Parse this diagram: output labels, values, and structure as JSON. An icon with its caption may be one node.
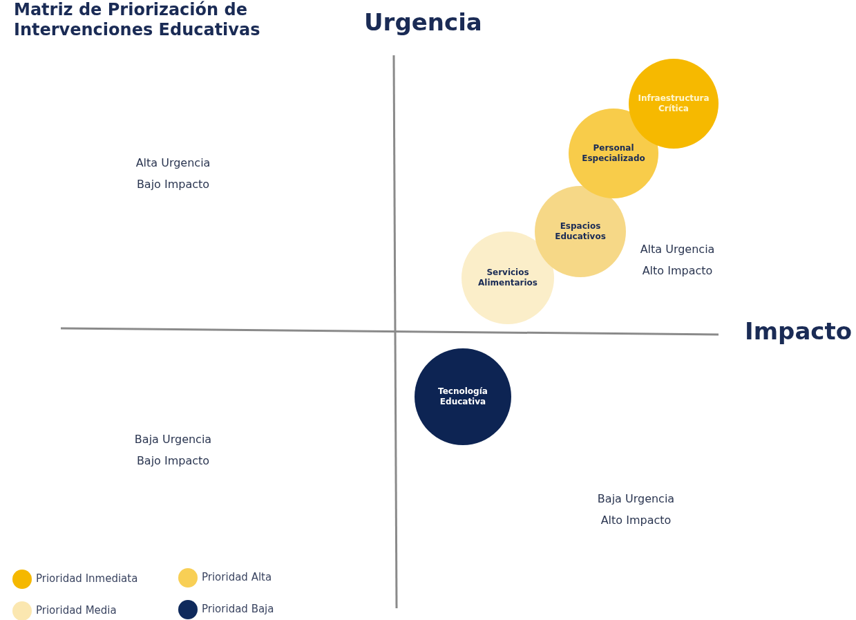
{
  "diagram": {
    "title": "Matriz de Priorización de Intervenciones Educativas",
    "nodes": [
      {
        "text": [
          "Infraestructura Crítica"
        ]
      },
      {
        "text": [
          "Personal Especializado"
        ]
      },
      {
        "text": [
          "Espacios Educativos"
        ]
      },
      {
        "text": [
          "Servicios Alimentarios"
        ]
      },
      {
        "text": [
          "Tecnología Educativa"
        ]
      }
    ],
    "edges": [],
    "labels": [
      "Urgencia",
      "Alta Urgencia Bajo Impacto",
      "Alta Urgencia Alto Impacto",
      "Impacto",
      "Baja Urgencia Bajo Impacto",
      "Baja Urgencia Alto Impacto"
    ],
    "legend": [
      {
        "text": "Prioridad Inmediata",
        "color": "#f5b800"
      },
      {
        "text": "Prioridad Alta",
        "color": "#f8cf55"
      },
      {
        "text": "Prioridad Media",
        "color": "#fbe7b0"
      },
      {
        "text": "Prioridad Baja",
        "color": "#0f2a5c"
      }
    ]
  }
}
